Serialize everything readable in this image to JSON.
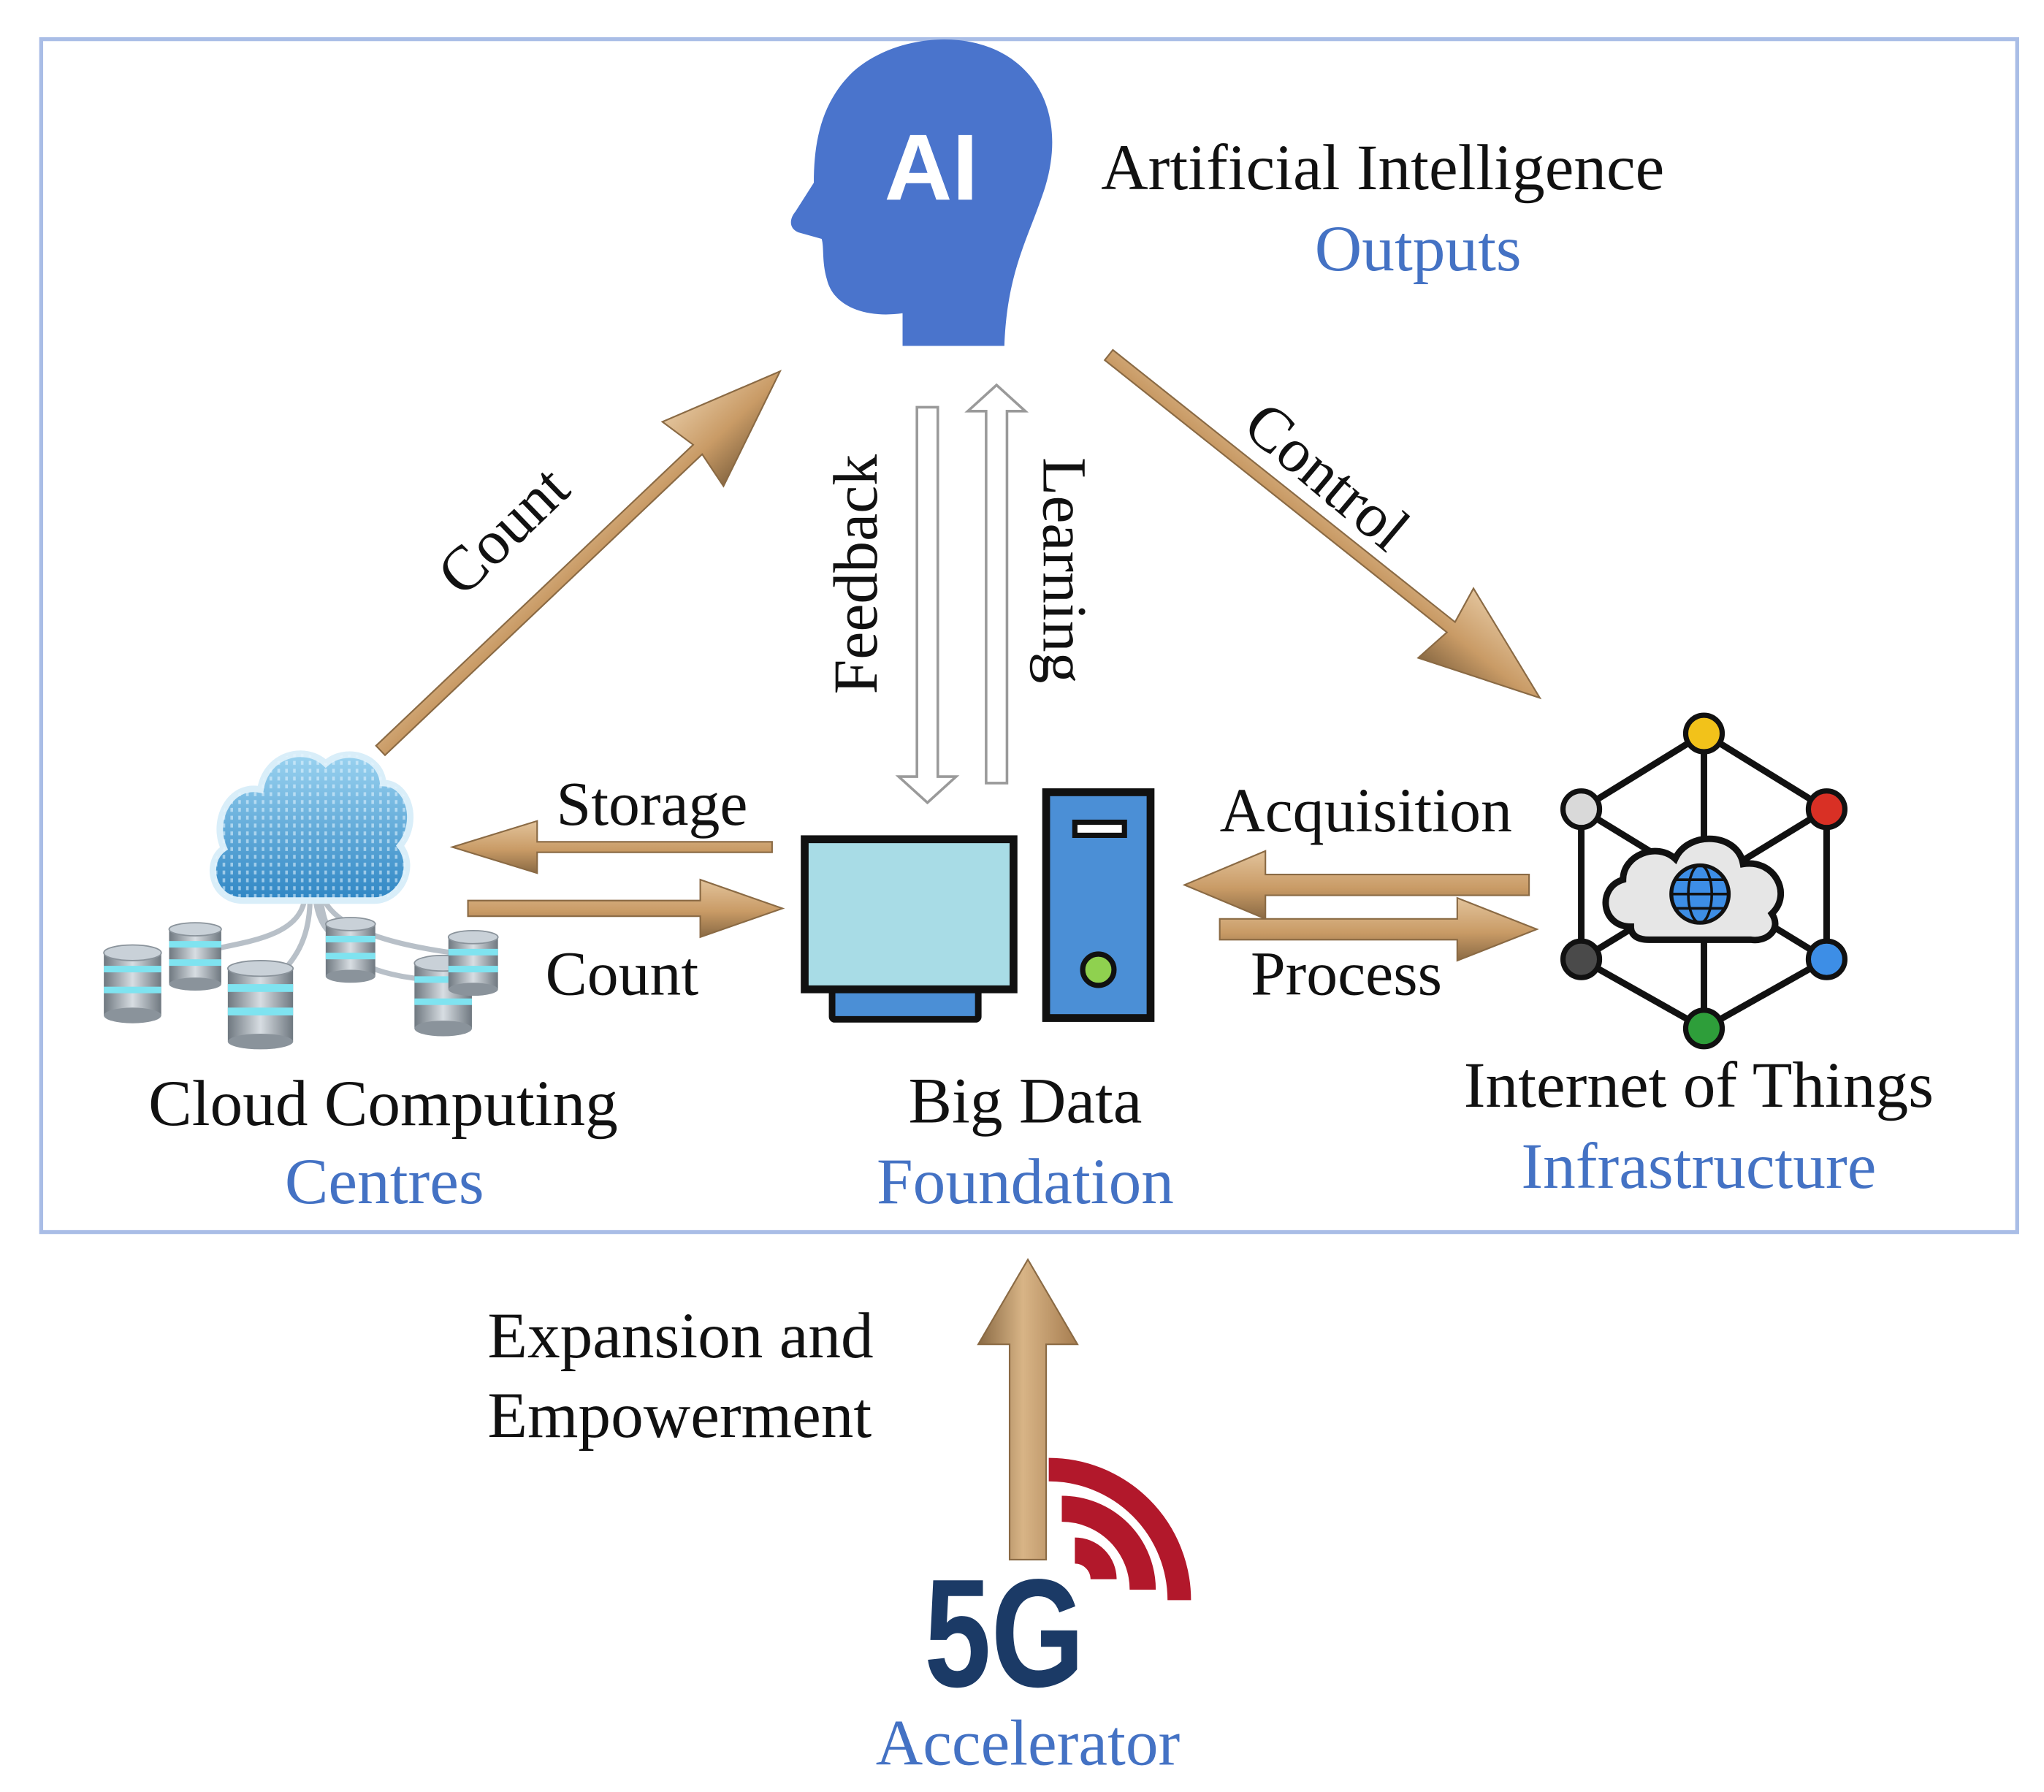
{
  "colors": {
    "frame": "#a9bde6",
    "blue_text": "#4472c4",
    "ai_head": "#4a74cc",
    "arrow_fill": "#d2ac7d",
    "arrow_dark": "#8a6a44",
    "fiveg_dark": "#1b3a66",
    "fiveg_red": "#b2182b",
    "monitor_screen": "#a8dce6",
    "tower_blue": "#4b8fd6",
    "iot_node_yellow": "#f2c21a",
    "iot_node_red": "#d93025",
    "iot_node_blue": "#3d8ee6",
    "iot_node_green": "#2e9e3a",
    "iot_node_gray": "#4a4a4a",
    "iot_node_light": "#d9d9d9"
  },
  "nodes": {
    "ai": {
      "icon_text": "AI",
      "title": "Artificial Intelligence",
      "role": "Outputs",
      "icon": "ai-head-icon"
    },
    "cloud": {
      "title": "Cloud Computing",
      "role": "Centres",
      "icon": "cloud-database-icon"
    },
    "bigdata": {
      "title": "Big Data",
      "role": "Foundation",
      "icon": "computer-icon"
    },
    "iot": {
      "title": "Internet of Things",
      "role": "Infrastructure",
      "icon": "iot-network-icon"
    },
    "fiveg": {
      "logo_text": "5G",
      "role": "Accelerator",
      "icon": "5g-signal-icon"
    }
  },
  "edges": {
    "cloud_to_ai": "Count",
    "ai_to_iot": "Control",
    "feedback": "Feedback",
    "learning": "Learning",
    "storage": "Storage",
    "count_to_bigdata": "Count",
    "acquisition": "Acquisition",
    "process": "Process",
    "fiveg_line1": "Expansion and",
    "fiveg_line2": "Empowerment"
  }
}
